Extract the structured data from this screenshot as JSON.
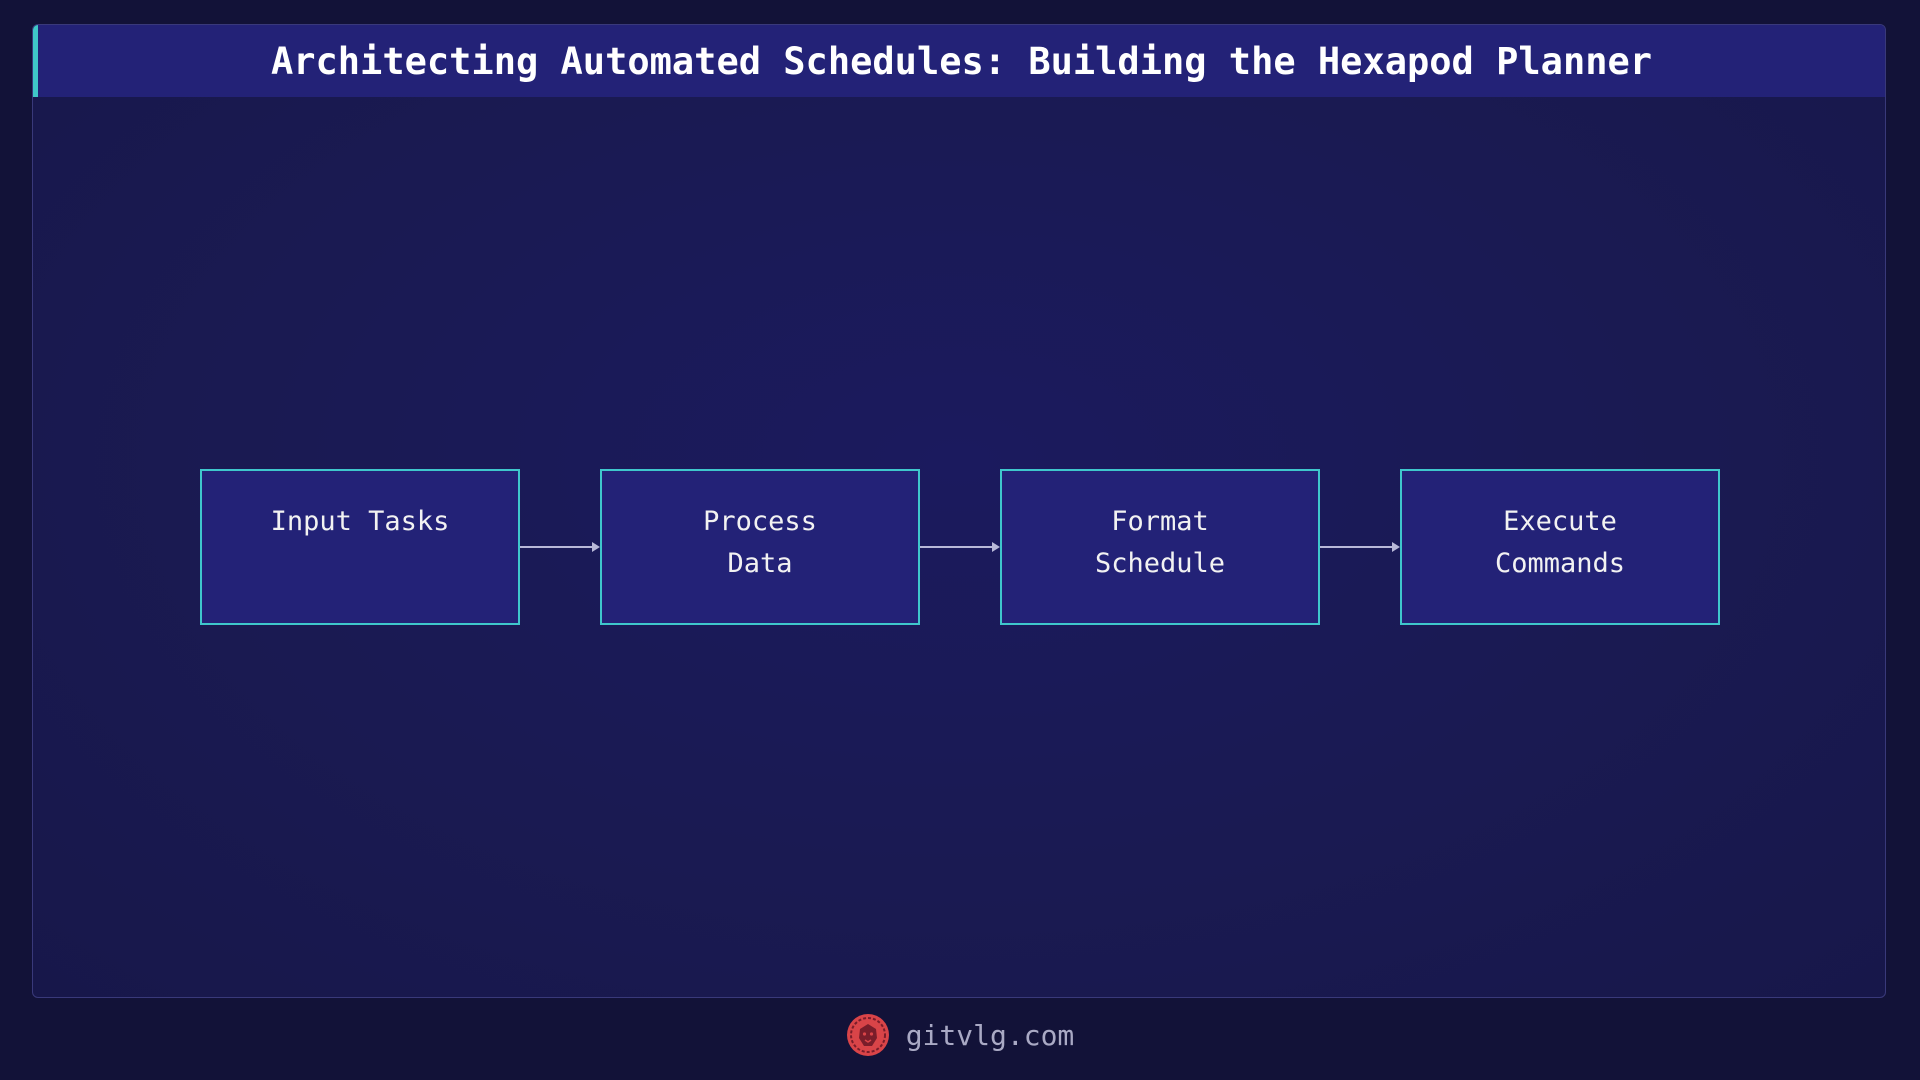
{
  "title": "Architecting Automated Schedules: Building the Hexapod Planner",
  "nodes": [
    {
      "id": "input-tasks",
      "label": "Input Tasks"
    },
    {
      "id": "process-data",
      "label": "Process\nData"
    },
    {
      "id": "format-schedule",
      "label": "Format\nSchedule"
    },
    {
      "id": "execute-commands",
      "label": "Execute\nCommands"
    }
  ],
  "edges": [
    {
      "from": "input-tasks",
      "to": "process-data"
    },
    {
      "from": "process-data",
      "to": "format-schedule"
    },
    {
      "from": "format-schedule",
      "to": "execute-commands"
    }
  ],
  "footer": {
    "site": "gitvlg.com",
    "logo_icon": "lion-head-icon"
  },
  "colors": {
    "background": "#121238",
    "panel": "#1a1a52",
    "title_bar": "#232277",
    "accent": "#3fc7cc",
    "node_fill": "#232277",
    "logo": "#d94448"
  }
}
